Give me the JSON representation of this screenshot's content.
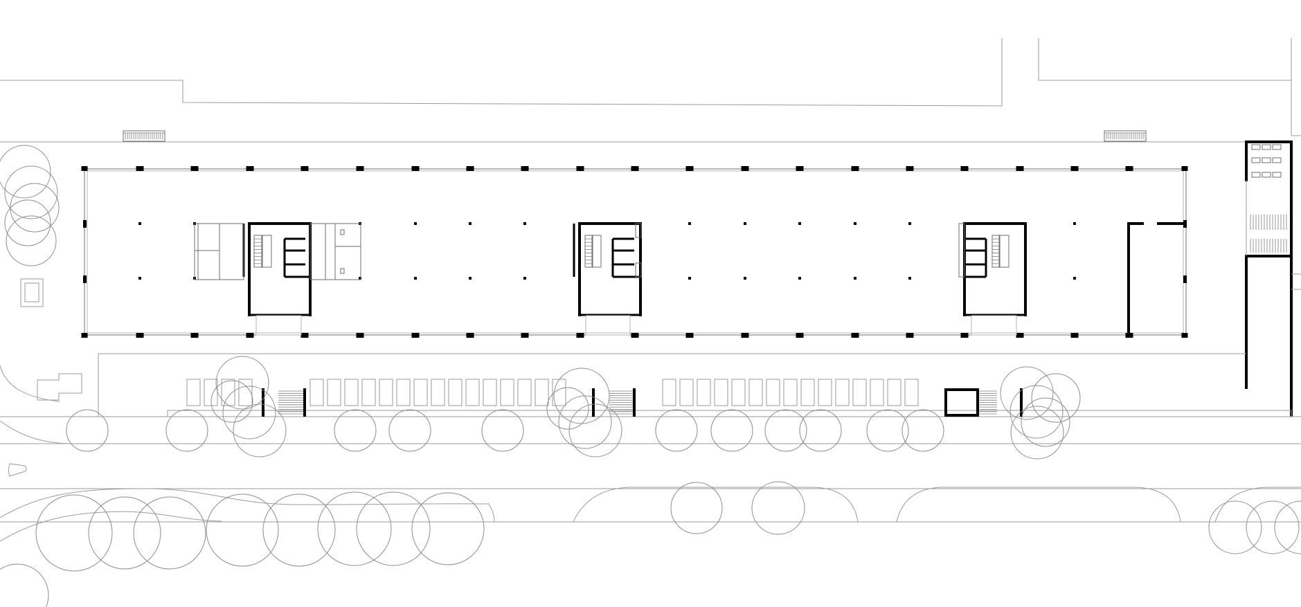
{
  "drawing": {
    "stroke_colors": {
      "wall": "#000000",
      "context": "#9a9a9a",
      "tree": "#8c8c8c"
    },
    "background": "#ffffff",
    "building": {
      "structural_grid_columns": 21,
      "cores": 3,
      "interior_column_rows": 2
    },
    "site": {
      "street_trees": 22,
      "parking_stall_groups": 3
    }
  }
}
